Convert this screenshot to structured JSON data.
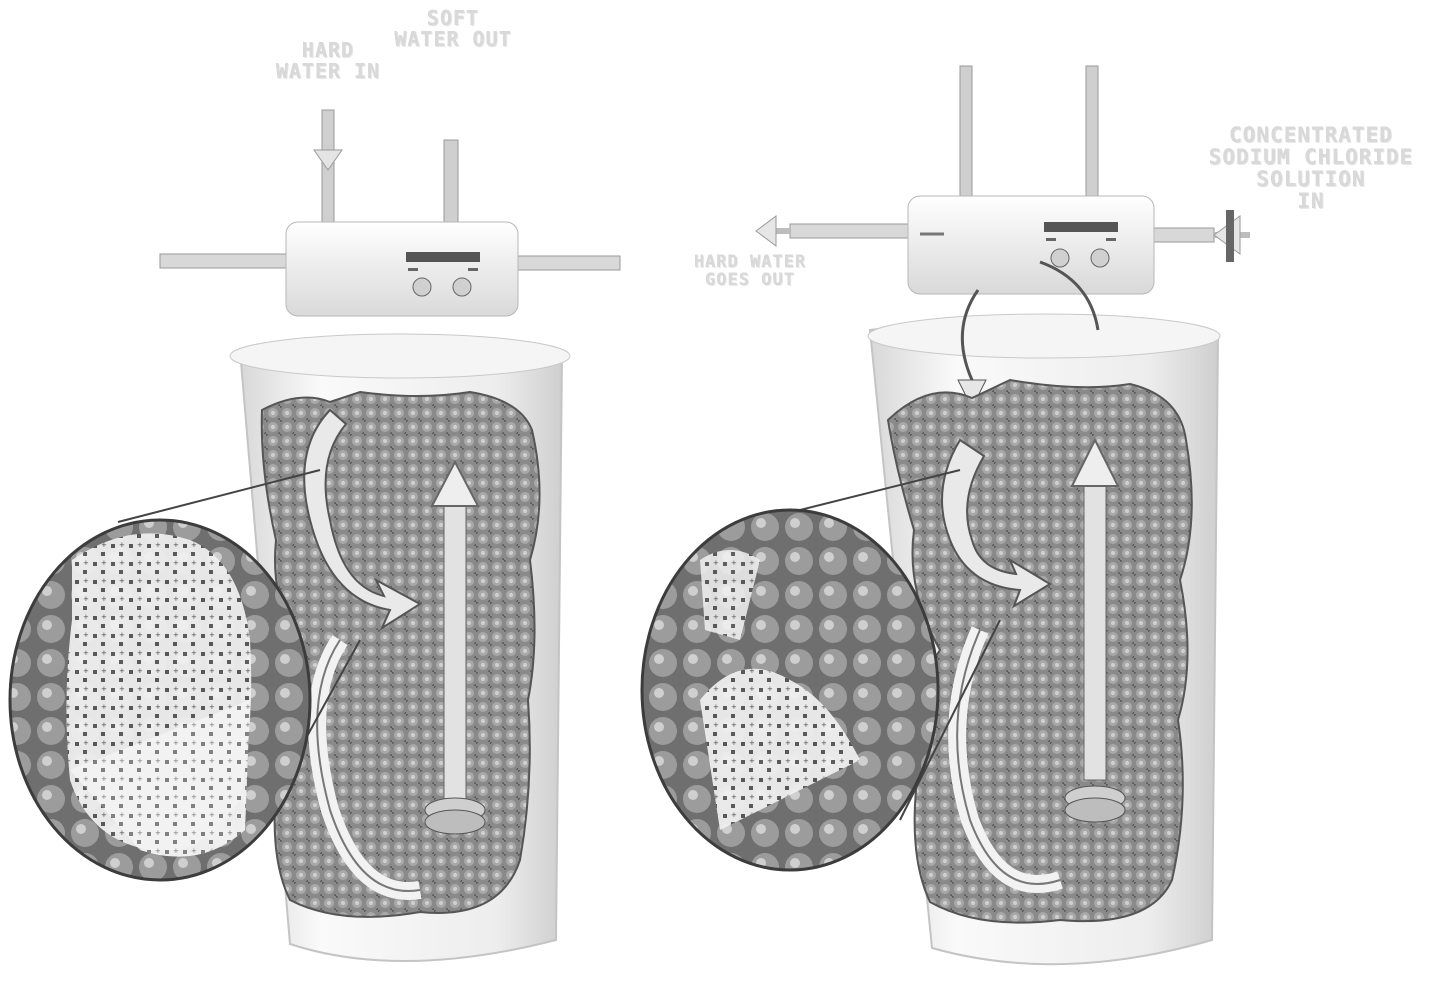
{
  "labels": {
    "hard_water_in": "HARD\nWATER IN",
    "soft_water_out": "SOFT\nWATER OUT",
    "concentrated_solution_in": "CONCENTRATED\nSODIUM CHLORIDE\nSOLUTION\nIN",
    "waste_water_out": "HARD WATER\nGOES OUT"
  },
  "colors": {
    "tank_shell": "#f4f4f4",
    "tank_outline": "#cfcfcf",
    "resin_bed": "#8c8c8c",
    "resin_dark": "#5e5e5e",
    "arrow_fill": "#e6e6e6",
    "pipe": "#bdbdbd",
    "label": "#d9d9d9"
  }
}
